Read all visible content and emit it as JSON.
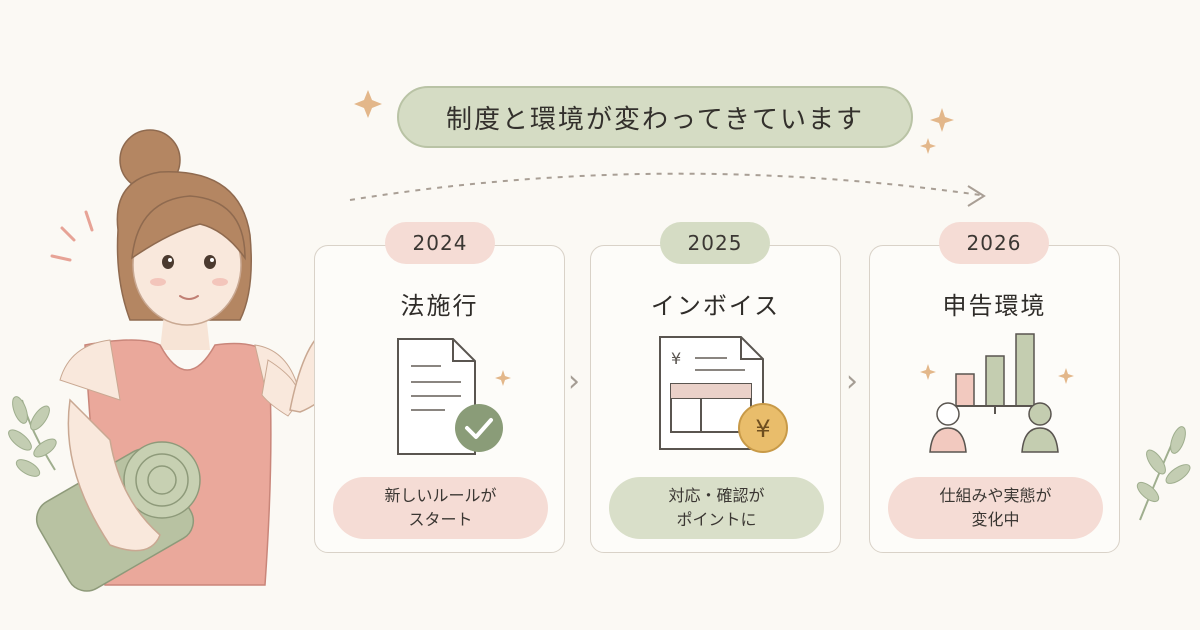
{
  "headline": "制度と環境が変わってきています",
  "cards": [
    {
      "year": "2024",
      "title": "法施行",
      "caption_lines": [
        "新しいルールが",
        "スタート"
      ]
    },
    {
      "year": "2025",
      "title": "インボイス",
      "caption_lines": [
        "対応・確認が",
        "ポイントに"
      ],
      "invoice_symbol": "¥"
    },
    {
      "year": "2026",
      "title": "申告環境",
      "caption_lines": [
        "仕組みや実態が",
        "変化中"
      ]
    }
  ],
  "arrow_glyph": "›",
  "colors": {
    "background": "#fbf9f4",
    "sage": "#d5dcc4",
    "blush": "#f5dcd5",
    "check_green": "#8a9c78",
    "gold": "#e9bd6b",
    "line": "#b9afa5"
  },
  "icons": [
    "sparkle-icon",
    "document-check-icon",
    "invoice-yen-icon",
    "bar-chart-people-icon",
    "chevron-right-icon",
    "leaf-branch-icon"
  ]
}
